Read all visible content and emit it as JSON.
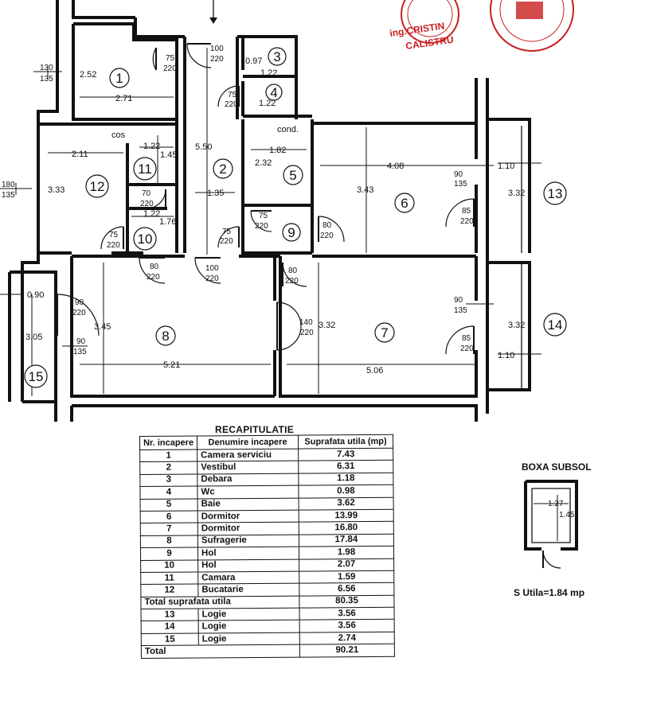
{
  "stamp": {
    "line1": "ing.CRISTIN",
    "line2": "CALISTRU"
  },
  "rooms": [
    {
      "no": "1",
      "width": "2.71",
      "depth": "2.52"
    },
    {
      "no": "2",
      "length": "5.50",
      "width": "1.35"
    },
    {
      "no": "3",
      "a": "0.97",
      "b": "1.22"
    },
    {
      "no": "4",
      "a": "1.22"
    },
    {
      "no": "5",
      "a": "1.82",
      "b": "2.32",
      "note": "cond."
    },
    {
      "no": "6",
      "a": "4.08",
      "b": "3.43"
    },
    {
      "no": "7",
      "a": "5.06",
      "b": "3.32"
    },
    {
      "no": "8",
      "a": "5.21",
      "b": "3.45"
    },
    {
      "no": "9"
    },
    {
      "no": "10",
      "a": "1.22",
      "b": "1.76"
    },
    {
      "no": "11",
      "a": "1.22",
      "b": "1.45",
      "note": "cos"
    },
    {
      "no": "12",
      "a": "2.11",
      "b": "3.33"
    },
    {
      "no": "13",
      "a": "1.10",
      "b": "3.32"
    },
    {
      "no": "14",
      "a": "1.10",
      "b": "3.32"
    },
    {
      "no": "15",
      "a": "0.90",
      "b": "3.05"
    }
  ],
  "doors": [
    {
      "w": "75",
      "h": "220"
    },
    {
      "w": "100",
      "h": "220"
    },
    {
      "w": "75",
      "h": "220"
    },
    {
      "w": "70",
      "h": "220"
    },
    {
      "w": "75",
      "h": "220"
    },
    {
      "w": "80",
      "h": "220"
    },
    {
      "w": "75",
      "h": "220"
    },
    {
      "w": "75",
      "h": "220"
    },
    {
      "w": "80",
      "h": "220"
    },
    {
      "w": "100",
      "h": "220"
    },
    {
      "w": "80",
      "h": "220"
    },
    {
      "w": "90",
      "h": "220"
    },
    {
      "w": "140",
      "h": "220"
    },
    {
      "w": "85",
      "h": "220"
    },
    {
      "w": "85",
      "h": "220"
    }
  ],
  "windows": [
    {
      "w": "130",
      "h": "135"
    },
    {
      "w": "180",
      "h": "135"
    },
    {
      "w": "90",
      "h": "135"
    },
    {
      "w": "90",
      "h": "135"
    },
    {
      "w": "90",
      "h": "135"
    }
  ],
  "recap": {
    "title": "RECAPITULATIE",
    "headers": [
      "Nr. incapere",
      "Denumire incapere",
      "Suprafata utila (mp)"
    ],
    "rows": [
      {
        "nr": "1",
        "name": "Camera serviciu",
        "area": "7.43"
      },
      {
        "nr": "2",
        "name": "Vestibul",
        "area": "6.31"
      },
      {
        "nr": "3",
        "name": "Debara",
        "area": "1.18"
      },
      {
        "nr": "4",
        "name": "Wc",
        "area": "0.98"
      },
      {
        "nr": "5",
        "name": "Baie",
        "area": "3.62"
      },
      {
        "nr": "6",
        "name": "Dormitor",
        "area": "13.99"
      },
      {
        "nr": "7",
        "name": "Dormitor",
        "area": "16.80"
      },
      {
        "nr": "8",
        "name": "Sufragerie",
        "area": "17.84"
      },
      {
        "nr": "9",
        "name": "Hol",
        "area": "1.98"
      },
      {
        "nr": "10",
        "name": "Hol",
        "area": "2.07"
      },
      {
        "nr": "11",
        "name": "Camara",
        "area": "1.59"
      },
      {
        "nr": "12",
        "name": "Bucatarie",
        "area": "6.56"
      }
    ],
    "total_useful": {
      "label": "Total suprafata utila",
      "area": "80.35"
    },
    "loggias": [
      {
        "nr": "13",
        "name": "Logie",
        "area": "3.56"
      },
      {
        "nr": "14",
        "name": "Logie",
        "area": "3.56"
      },
      {
        "nr": "15",
        "name": "Logie",
        "area": "2.74"
      }
    ],
    "total": {
      "label": "Total",
      "area": "90.21"
    }
  },
  "boxa": {
    "title": "BOXA SUBSOL",
    "w": "1.27",
    "h": "1.45",
    "area_text": "S Utila=1.84 mp"
  }
}
